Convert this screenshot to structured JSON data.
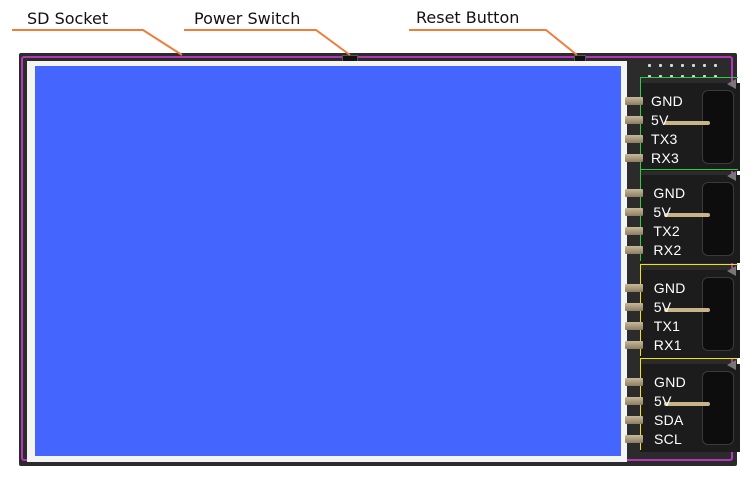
{
  "callouts": {
    "sd_socket": "SD Socket",
    "power_switch": "Power Switch",
    "reset_button": "Reset Button"
  },
  "connectors": [
    {
      "outline_color": "#2ecc40",
      "pins": [
        "GND",
        "5V",
        "TX3",
        "RX3"
      ]
    },
    {
      "outline_color": "#2ecc40",
      "pins": [
        "GND",
        "5V",
        "TX2",
        "RX2"
      ]
    },
    {
      "outline_color": "#f2e600",
      "pins": [
        "GND",
        "5V",
        "TX1",
        "RX1"
      ]
    },
    {
      "outline_color": "#f2e600",
      "pins": [
        "GND",
        "5V",
        "SDA",
        "SCL"
      ]
    }
  ],
  "colors": {
    "screen": "#4466ff",
    "board_edge": "#b437b9",
    "leader_lines": "#f07d3a"
  }
}
